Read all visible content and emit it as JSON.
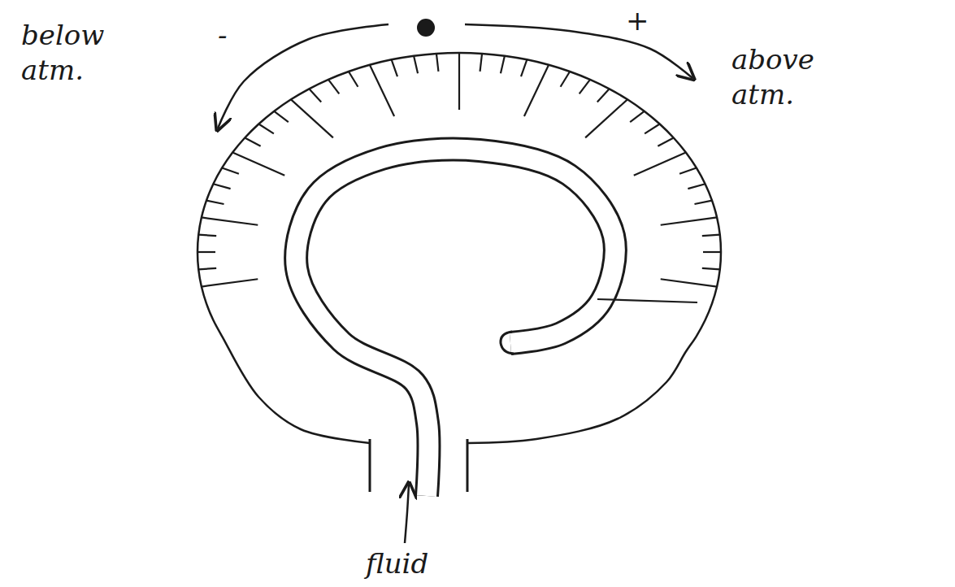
{
  "diagram": {
    "labels": [
      "below atm.",
      "above atm.",
      "fluid",
      "-",
      "+"
    ]
  }
}
